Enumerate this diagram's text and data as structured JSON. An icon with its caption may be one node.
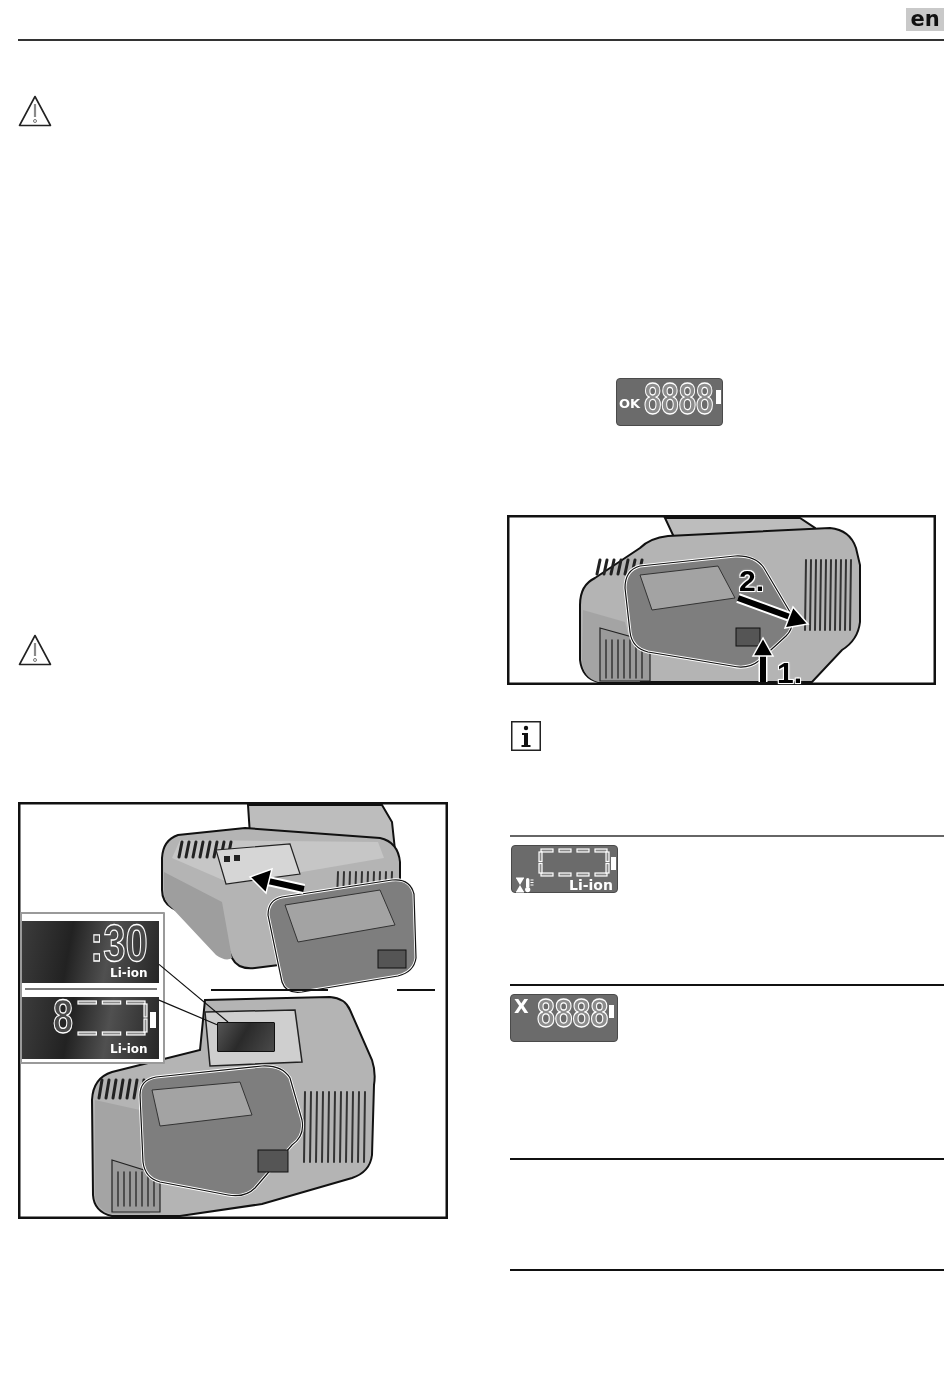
{
  "diagram": {
    "nodes": [
      {
        "text": [
          "en"
        ]
      },
      {
        "text": [],
        "shape": "box"
      },
      {
        "text": [
          ":30",
          "Li-ion"
        ],
        "in": 1
      },
      {
        "text": [
          "8",
          "Li-ion"
        ],
        "in": 1
      },
      {
        "text": [],
        "shape": "box"
      },
      {
        "text": [
          "OK",
          "8888"
        ]
      },
      {
        "text": [
          "Li-ion"
        ]
      },
      {
        "text": [
          "X",
          "8888"
        ]
      }
    ],
    "edges": [
      {
        "from": 2,
        "to": 4,
        "arrow": "none"
      },
      {
        "from": 3,
        "to": 4,
        "arrow": "none"
      }
    ],
    "labels": [
      "2.",
      "1."
    ]
  }
}
